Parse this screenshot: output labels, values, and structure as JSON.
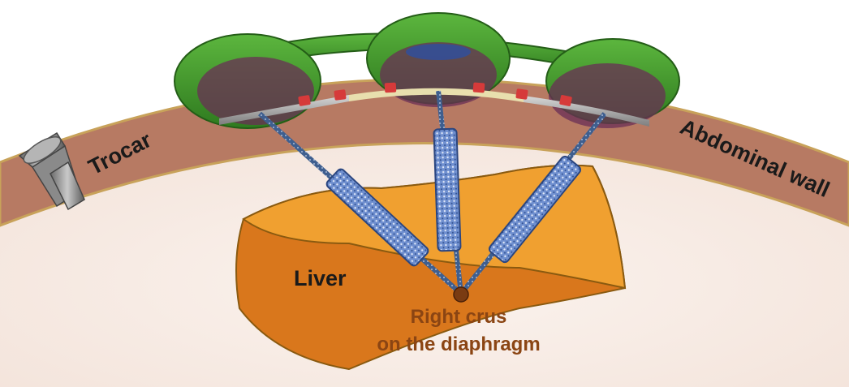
{
  "labels": {
    "trocar": "Trocar",
    "abdominal_wall": "Abdominal wall",
    "liver": "Liver",
    "crus_line1": "Right crus",
    "crus_line2": "on the diaphragm"
  },
  "colors": {
    "wall": "#b77a63",
    "wall_edge": "#c8a25a",
    "liver_top": "#f0a030",
    "liver_side": "#d9771c",
    "device_green": "#3f9a2c",
    "device_window": "#6a2f55",
    "rod": "#9c9c9c",
    "connector": "#d63a3a",
    "magnet": "#5b7ec0",
    "crus_point": "#7a3b12",
    "crus_text": "#8b4513",
    "text_dark": "#1a1a1a"
  },
  "icons": {
    "trocar": "trocar-icon",
    "device": "magnetic-device",
    "crus": "anchor-point"
  }
}
